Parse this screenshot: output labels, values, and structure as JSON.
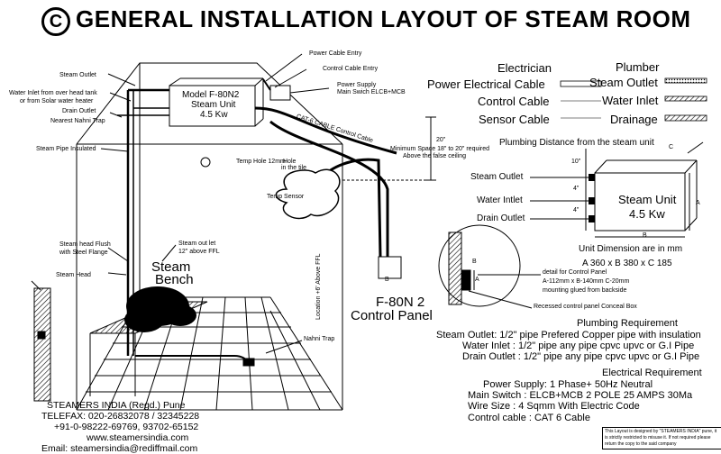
{
  "title": "GENERAL INSTALLATION LAYOUT OF STEAM ROOM",
  "copyright_symbol": "C",
  "diagram": {
    "power_cable_entry": "Power Cable Entry",
    "control_cable_entry": "Control Cable Entry",
    "power_supply": "Power Supply",
    "main_switch": "Main Swich ELCB+MCB",
    "steam_outlet": "Steam Outlet",
    "water_inlet_1": "Water Inlet from over head tank",
    "water_inlet_2": "or from Solar water heater",
    "drain_outlet": "Drain Outlet",
    "nearest_trap": "Nearest Nahni Trap",
    "steam_pipe_insulated": "Steam Pipe Insulated",
    "unit_model": "Model F-80N2",
    "unit_name": "Steam Unit",
    "unit_power": "4.5 Kw",
    "cat6": "CAT-6 CABLE Control Cable",
    "dim_20": "20\"",
    "min_space_1": "Minimum Space 18\" to 20\" required",
    "min_space_2": "Above the false ceiling",
    "temp_hole_1": "Temp Hole 12mm",
    "temp_hole_2": "Hole",
    "temp_hole_3": "in the tile",
    "temp_sensor": "Temp Sensor",
    "head_flush_1": "Steam head Flush",
    "head_flush_2": "with Steel Flange",
    "steam_head": "Steam Head",
    "outlet_above_1": "Steam out let",
    "outlet_above_2": "12\" above FFL",
    "bench_1": "Steam",
    "bench_2": "Bench",
    "location": "Location +6' Above FFL",
    "panel_1": "F-80N 2",
    "panel_2": "Control Panel",
    "nahni_trap": "Nahni Trap"
  },
  "legend": {
    "electrician": "Electrician",
    "plumber": "Plumber",
    "power_cable": "Power Electrical Cable",
    "control_cable": "Control Cable",
    "sensor_cable": "Sensor Cable",
    "steam_outlet": "Steam Outlet",
    "water_inlet": "Water Inlet",
    "drainage": "Drainage"
  },
  "plumbing_distance": {
    "title": "Plumbing Distance from the steam unit",
    "steam_outlet": "Steam Outlet",
    "water_inlet": "Water Intlet",
    "drain_outlet": "Drain Outlet",
    "dim_10": "10\"",
    "dim_4a": "4\"",
    "dim_4b": "4\"",
    "unit_name": "Steam Unit",
    "unit_power": "4.5 Kw",
    "a": "A",
    "b": "B",
    "c": "C",
    "dims_title": "Unit Dimension are in mm",
    "dims": "A 360 x B 380 x C 185"
  },
  "panel_detail": {
    "a": "A",
    "b": "B",
    "line1": "detail for Control Panel",
    "line2": "A-112mm x B-140mm C-20mm",
    "line3": "mounting glued from backside",
    "recessed": "Recessed control panel Conceal Box"
  },
  "plumbing_requirement": {
    "title": "Plumbing Requirement",
    "lines": [
      "Steam Outlet: 1/2\" pipe  Prefered Copper pipe with insulation",
      "Water Inlet   : 1/2\" pipe any pipe cpvc upvc or G.I Pipe",
      "Drain Outlet  : 1/2\" pipe any pipe cpvc upvc or G.I Pipe"
    ]
  },
  "electrical_requirement": {
    "title": "Electrical Requirement",
    "lines": [
      "Power Supply: 1 Phase+ 50Hz Neutral",
      "Main Switch  : ELCB+MCB 2 POLE 25 AMPS 30Ma",
      "Wire Size      : 4 Sqmm With Electric Code",
      "Control cable : CAT 6 Cable"
    ]
  },
  "footer": {
    "lines": [
      "STEAMERS INDIA (Regd.) Pune",
      "TELEFAX: 020-26832078 / 32345228",
      "+91-0-98222-69769, 93702-65152",
      "www.steamersindia.com",
      "Email: steamersindia@rediffmail.com"
    ]
  },
  "note": "This Layout is designed by \"STEAMERS INDIA\" pune, it is strictly restricted to misuse it. If not required please return the copy to the said company"
}
